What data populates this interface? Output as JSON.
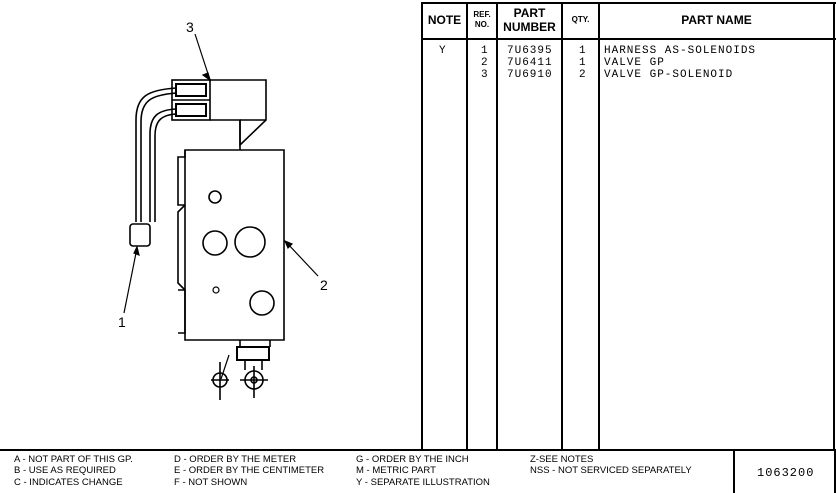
{
  "callouts": [
    "3",
    "2",
    "1"
  ],
  "table": {
    "headers": {
      "note": "NOTE",
      "ref_no_line1": "REF.",
      "ref_no_line2": "NO.",
      "part_number_line1": "PART",
      "part_number_line2": "NUMBER",
      "qty": "QTY.",
      "part_name": "PART NAME"
    },
    "rows": [
      {
        "note": "Y",
        "ref": "1",
        "part_number": "7U6395",
        "qty": "1",
        "name": "HARNESS AS-SOLENOIDS"
      },
      {
        "note": "",
        "ref": "2",
        "part_number": "7U6411",
        "qty": "1",
        "name": "VALVE GP"
      },
      {
        "note": "",
        "ref": "3",
        "part_number": "7U6910",
        "qty": "2",
        "name": "VALVE GP-SOLENOID"
      }
    ]
  },
  "legend": {
    "col1": [
      "A - NOT PART OF THIS GP.",
      "B - USE  AS REQUIRED",
      "C - INDICATES CHANGE"
    ],
    "col2": [
      "D - ORDER BY THE  METER",
      "E - ORDER BY THE CENTIMETER",
      "F - NOT SHOWN"
    ],
    "col3": [
      "G - ORDER BY THE INCH",
      "M - METRIC PART",
      "Y - SEPARATE ILLUSTRATION"
    ],
    "col4": [
      "Z-SEE NOTES",
      "NSS - NOT SERVICED SEPARATELY"
    ]
  },
  "drawing_number": "1063200"
}
